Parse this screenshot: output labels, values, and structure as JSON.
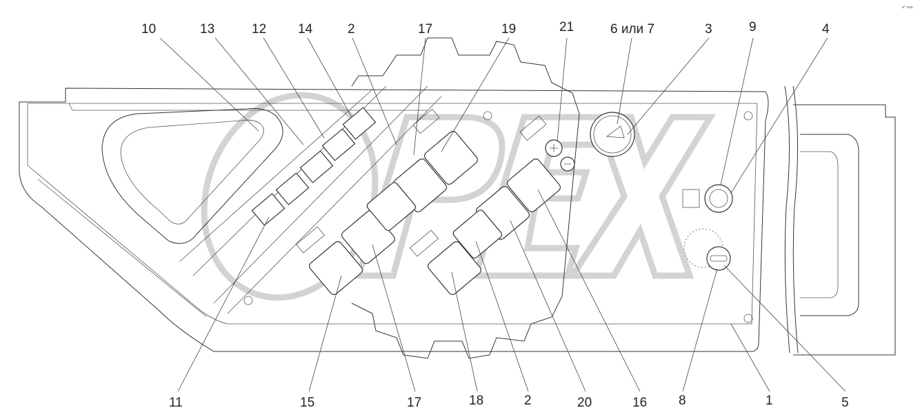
{
  "diagram": {
    "corner_mark": "e⁰ ooo",
    "top_labels": [
      "10",
      "13",
      "12",
      "14",
      "2",
      "17",
      "19",
      "21",
      "6 или 7",
      "3",
      "9",
      "4"
    ],
    "bottom_labels": [
      "11",
      "15",
      "17",
      "18",
      "2",
      "20",
      "16",
      "8",
      "1",
      "5"
    ],
    "watermark": "OPEX"
  }
}
